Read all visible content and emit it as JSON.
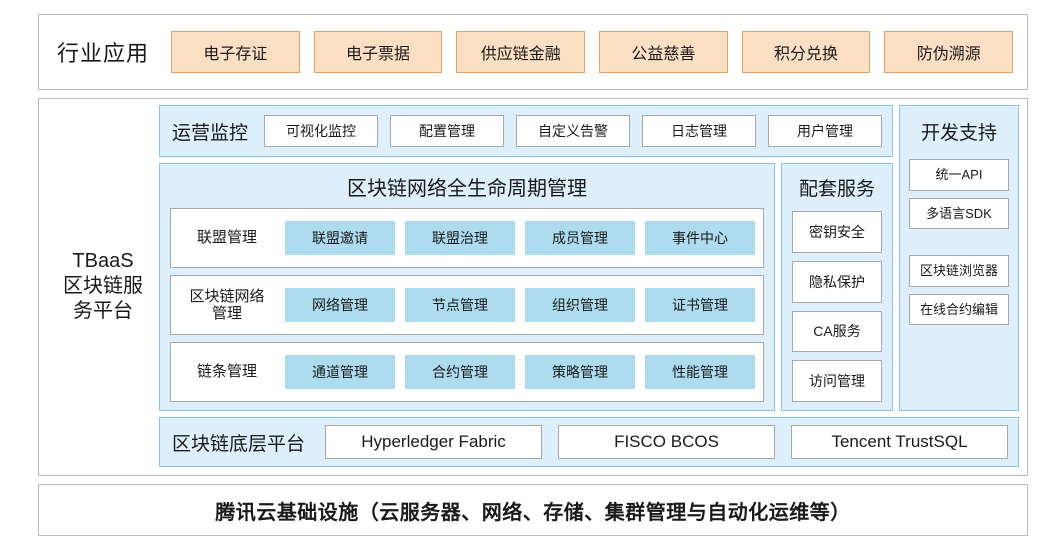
{
  "industry": {
    "title": "行业应用",
    "apps": [
      {
        "label": "电子存证"
      },
      {
        "label": "电子票据"
      },
      {
        "label": "供应链金融"
      },
      {
        "label": "公益慈善"
      },
      {
        "label": "积分兑换"
      },
      {
        "label": "防伪溯源"
      }
    ]
  },
  "platform": {
    "tbaas_label": "TBaaS\n区块链服\n务平台",
    "operations": {
      "title": "运营监控",
      "items": [
        {
          "label": "可视化监控"
        },
        {
          "label": "配置管理"
        },
        {
          "label": "自定义告警"
        },
        {
          "label": "日志管理"
        },
        {
          "label": "用户管理"
        }
      ]
    },
    "lifecycle": {
      "title": "区块链网络全生命周期管理",
      "rows": [
        {
          "label": "联盟管理",
          "items": [
            {
              "label": "联盟邀请"
            },
            {
              "label": "联盟治理"
            },
            {
              "label": "成员管理"
            },
            {
              "label": "事件中心"
            }
          ]
        },
        {
          "label": "区块链网络\n管理",
          "items": [
            {
              "label": "网络管理"
            },
            {
              "label": "节点管理"
            },
            {
              "label": "组织管理"
            },
            {
              "label": "证书管理"
            }
          ]
        },
        {
          "label": "链条管理",
          "items": [
            {
              "label": "通道管理"
            },
            {
              "label": "合约管理"
            },
            {
              "label": "策略管理"
            },
            {
              "label": "性能管理"
            }
          ]
        }
      ]
    },
    "support_services": {
      "title": "配套服务",
      "items": [
        {
          "label": "密钥安全"
        },
        {
          "label": "隐私保护"
        },
        {
          "label": "CA服务"
        },
        {
          "label": "访问管理"
        }
      ]
    },
    "dev_support": {
      "title": "开发支持",
      "group_a": [
        {
          "label": "统一API"
        },
        {
          "label": "多语言SDK"
        }
      ],
      "group_b": [
        {
          "label": "区块链浏览器"
        },
        {
          "label": "在线合约编辑"
        }
      ]
    },
    "base_platform": {
      "title": "区块链底层平台",
      "items": [
        {
          "label": "Hyperledger Fabric"
        },
        {
          "label": "FISCO BCOS"
        },
        {
          "label": "Tencent TrustSQL"
        }
      ]
    }
  },
  "infrastructure": {
    "text": "腾讯云基础设施（云服务器、网络、存储、集群管理与自动化运维等）"
  },
  "colors": {
    "app_fill": "#fbdfc3",
    "app_border": "#e5a063",
    "panel_fill": "#ddeffb",
    "panel_border": "#8ac4e4",
    "chip_blue": "#addcef",
    "chip_white": "#ffffff",
    "card_border": "#b9b9b9"
  }
}
